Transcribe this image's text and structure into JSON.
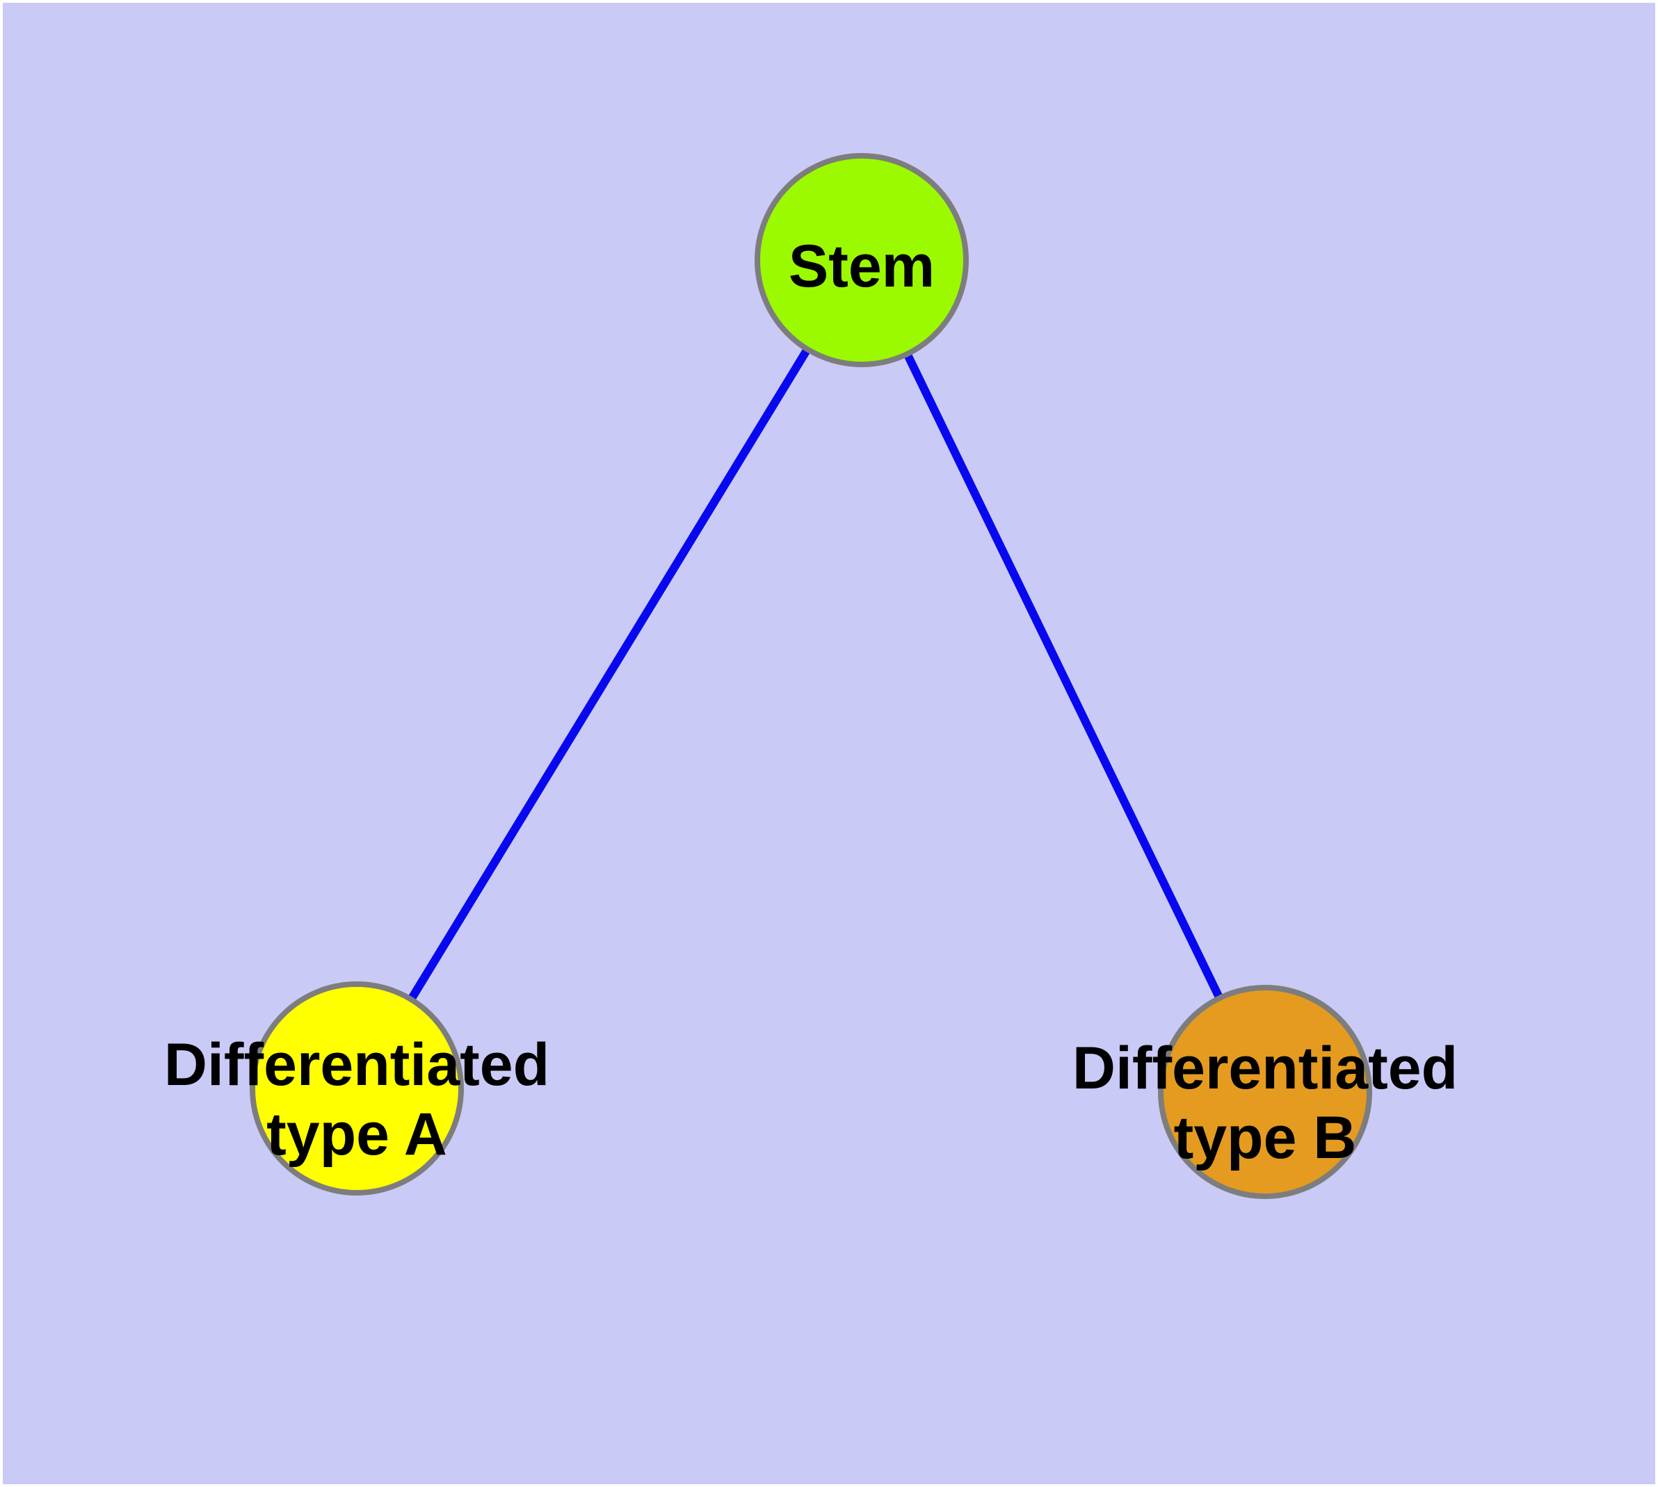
{
  "diagram": {
    "title": "",
    "frame_color": "#FFFFFF",
    "background_color": "#CACAF7",
    "edge_color": "#0808F0",
    "node_border_color": "#7D7D7D",
    "text_color": "#000000",
    "nodes": [
      {
        "id": "stem",
        "label": "Stem",
        "fill": "#9BFA00"
      },
      {
        "id": "type-a",
        "lines": [
          "Differentiated",
          "type A"
        ],
        "fill": "#FFFF00"
      },
      {
        "id": "type-b",
        "lines": [
          "Differentiated",
          "type B"
        ],
        "fill": "#E49B20"
      }
    ],
    "edges": [
      {
        "from": "Stem",
        "to": "Differentiated type A"
      },
      {
        "from": "Stem",
        "to": "Differentiated type B"
      }
    ]
  }
}
